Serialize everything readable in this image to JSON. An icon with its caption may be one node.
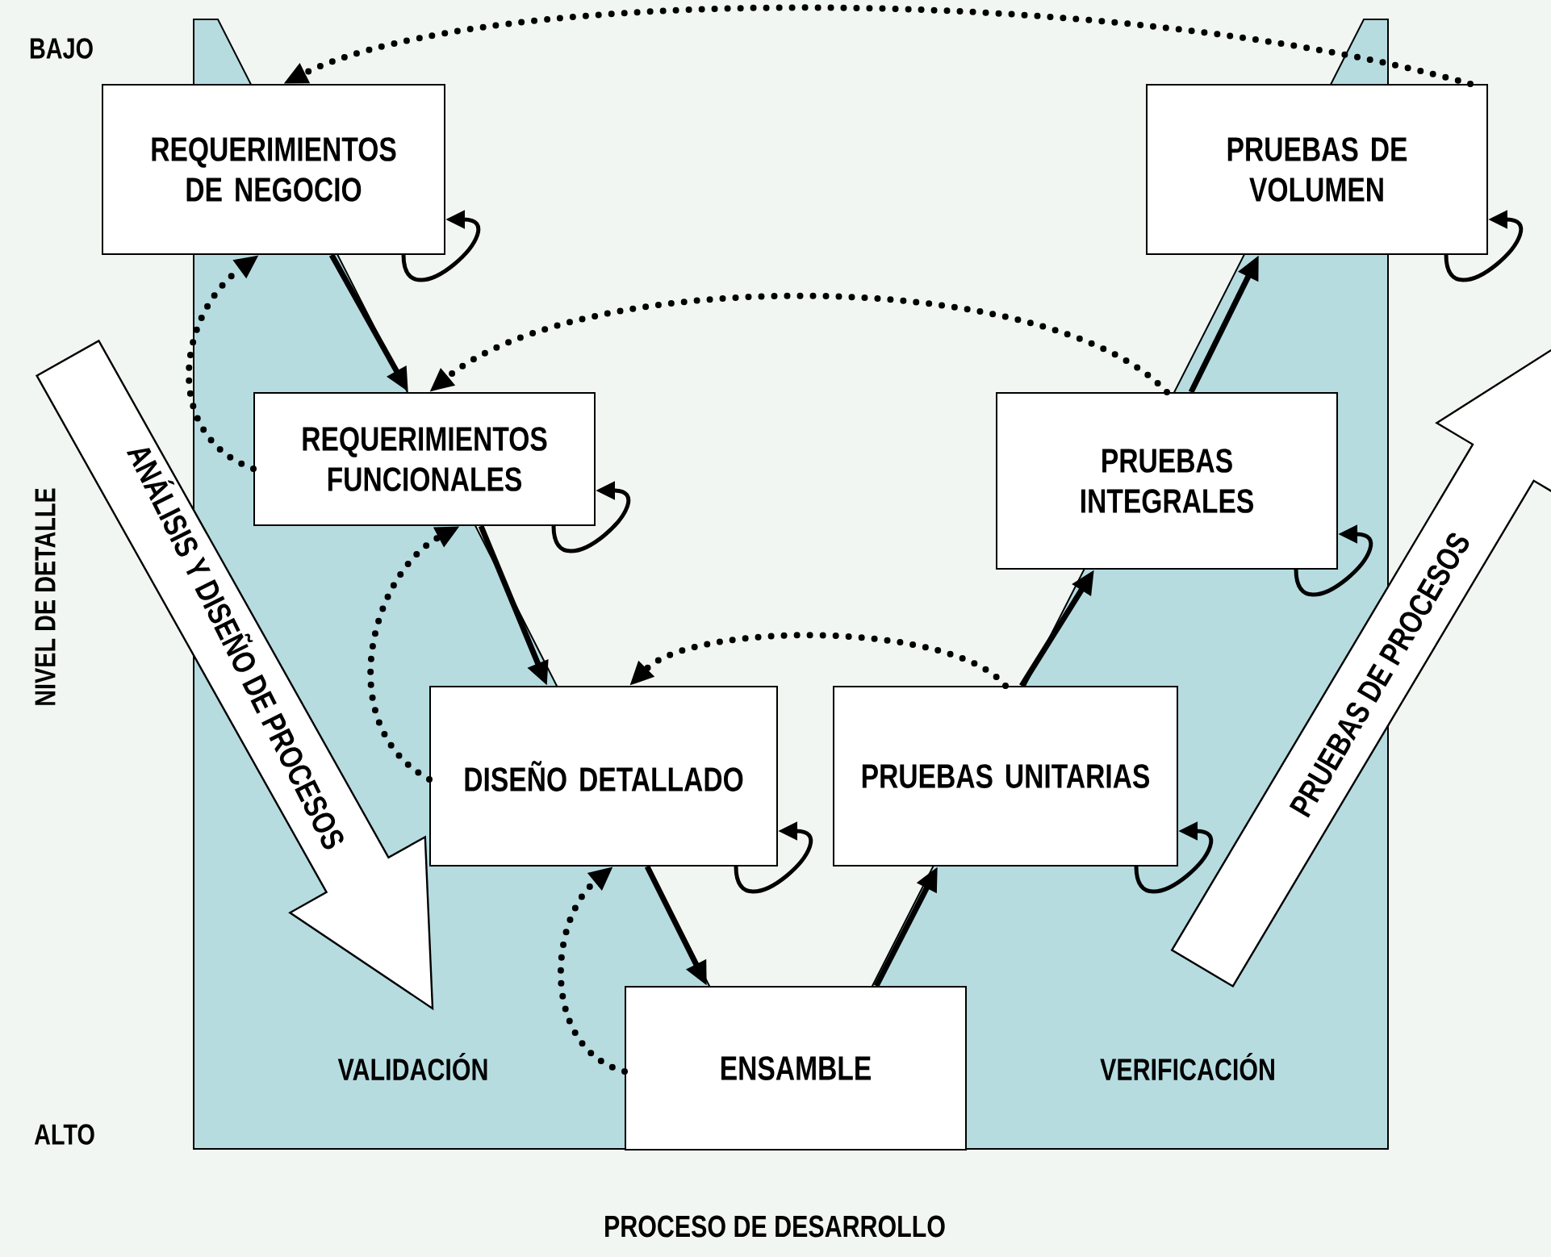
{
  "diagram": {
    "nodes": [
      {
        "text": [
          "REQUERIMIENTOS DE NEGOCIO"
        ]
      },
      {
        "text": [
          "REQUERIMIENTOS FUNCIONALES"
        ]
      },
      {
        "text": [
          "DISEÑO DETALLADO"
        ]
      },
      {
        "text": [
          "ENSAMBLE"
        ]
      },
      {
        "text": [
          "PRUEBAS UNITARIAS"
        ]
      },
      {
        "text": [
          "PRUEBAS INTEGRALES"
        ]
      },
      {
        "text": [
          "PRUEBAS DE VOLUMEN"
        ]
      }
    ],
    "edges": [
      {
        "from": 0,
        "to": 1,
        "arrow": "to"
      },
      {
        "from": 1,
        "to": 2,
        "arrow": "to"
      },
      {
        "from": 2,
        "to": 3,
        "arrow": "to"
      },
      {
        "from": 3,
        "to": 4,
        "arrow": "to"
      },
      {
        "from": 4,
        "to": 5,
        "arrow": "to"
      },
      {
        "from": 5,
        "to": 6,
        "arrow": "to"
      },
      {
        "from": 0,
        "to": 0,
        "arrow": "to"
      },
      {
        "from": 1,
        "to": 1,
        "arrow": "to"
      },
      {
        "from": 2,
        "to": 2,
        "arrow": "to"
      },
      {
        "from": 4,
        "to": 4,
        "arrow": "to"
      },
      {
        "from": 5,
        "to": 5,
        "arrow": "to"
      },
      {
        "from": 6,
        "to": 6,
        "arrow": "to"
      },
      {
        "from": 6,
        "to": 0,
        "arrow": "to",
        "style": "dashed"
      },
      {
        "from": 5,
        "to": 1,
        "arrow": "to",
        "style": "dashed"
      },
      {
        "from": 4,
        "to": 2,
        "arrow": "to",
        "style": "dashed"
      },
      {
        "from": 1,
        "to": 0,
        "arrow": "to",
        "style": "dashed"
      },
      {
        "from": 2,
        "to": 1,
        "arrow": "to",
        "style": "dashed"
      },
      {
        "from": 3,
        "to": 2,
        "arrow": "to",
        "style": "dashed"
      }
    ],
    "labels": [
      "BAJO",
      "NIVEL DE DETALLE",
      "ANÁLISIS Y DISEÑO DE PROCESOS",
      "PRUEBAS DE PROCESOS",
      "VALIDACIÓN",
      "VERIFICACIÓN",
      "ALTO",
      "PROCESO DE DESARROLLO"
    ]
  }
}
